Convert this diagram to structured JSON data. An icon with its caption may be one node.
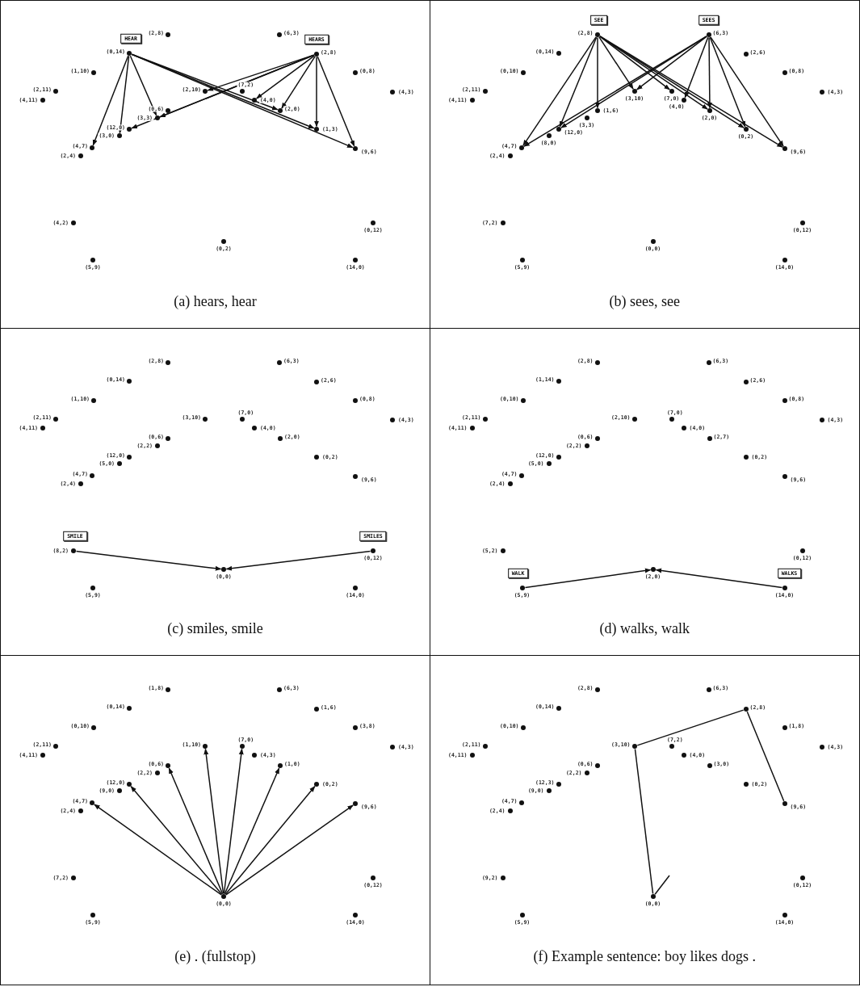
{
  "diagram": {
    "nodes": [
      {
        "text": [
          "(a) hears, hear"
        ]
      },
      {
        "text": [],
        "shape": "circle",
        "beside": [
          "(2,8)"
        ],
        "in": 0
      },
      {
        "text": [],
        "shape": "circle",
        "beside": [
          "(0,14)"
        ],
        "in": 0
      },
      {
        "text": [],
        "shape": "circle",
        "beside": [
          "(6,3)"
        ],
        "in": 0
      },
      {
        "text": [],
        "shape": "circle",
        "beside": [
          "(2,8)"
        ],
        "in": 0
      },
      {
        "text": [],
        "shape": "circle",
        "beside": [
          "(1,10)"
        ],
        "in": 0
      },
      {
        "text": [],
        "shape": "circle",
        "beside": [
          "(0,8)"
        ],
        "in": 0
      },
      {
        "text": [],
        "shape": "circle",
        "beside": [
          "(2,11)"
        ],
        "in": 0
      },
      {
        "text": [],
        "shape": "circle",
        "beside": [
          "(4,11)"
        ],
        "in": 0
      },
      {
        "text": [],
        "shape": "circle",
        "beside": [
          "(2,10)"
        ],
        "in": 0
      },
      {
        "text": [],
        "shape": "circle",
        "beside": [
          "(7,2)"
        ],
        "in": 0
      },
      {
        "text": [],
        "shape": "circle",
        "beside": [
          "(4,0)"
        ],
        "in": 0
      },
      {
        "text": [],
        "shape": "circle",
        "beside": [
          "(4,3)"
        ],
        "in": 0
      },
      {
        "text": [],
        "shape": "circle",
        "beside": [
          "(0,6)"
        ],
        "in": 0
      },
      {
        "text": [],
        "shape": "circle",
        "beside": [
          "(3,3)"
        ],
        "in": 0
      },
      {
        "text": [],
        "shape": "circle",
        "beside": [
          "(2,0)"
        ],
        "in": 0
      },
      {
        "text": [],
        "shape": "circle",
        "beside": [
          "(12,0)"
        ],
        "in": 0
      },
      {
        "text": [],
        "shape": "circle",
        "beside": [
          "(3,0)"
        ],
        "in": 0
      },
      {
        "text": [],
        "shape": "circle",
        "beside": [
          "(1,3)"
        ],
        "in": 0
      },
      {
        "text": [],
        "shape": "circle",
        "beside": [
          "(4,7)"
        ],
        "in": 0
      },
      {
        "text": [],
        "shape": "circle",
        "beside": [
          "(2,4)"
        ],
        "in": 0
      },
      {
        "text": [],
        "shape": "circle",
        "beside": [
          "(9,6)"
        ],
        "in": 0
      },
      {
        "text": [],
        "shape": "circle",
        "beside": [
          "(4,2)"
        ],
        "in": 0
      },
      {
        "text": [],
        "shape": "circle",
        "beside": [
          "(0,12)"
        ],
        "in": 0
      },
      {
        "text": [],
        "shape": "circle",
        "beside": [
          "(0,2)"
        ],
        "in": 0
      },
      {
        "text": [],
        "shape": "circle",
        "beside": [
          "(5,9)"
        ],
        "in": 0
      },
      {
        "text": [],
        "shape": "circle",
        "beside": [
          "(14,0)"
        ],
        "in": 0
      },
      {
        "text": [
          "HEAR"
        ],
        "in": 0
      },
      {
        "text": [
          "HEARS"
        ],
        "in": 0
      },
      {
        "text": [
          "(b) sees, see"
        ]
      },
      {
        "text": [],
        "shape": "circle",
        "beside": [
          "(2,8)"
        ],
        "in": 29
      },
      {
        "text": [],
        "shape": "circle",
        "beside": [
          "(0,14)"
        ],
        "in": 29
      },
      {
        "text": [],
        "shape": "circle",
        "beside": [
          "(6,3)"
        ],
        "in": 29
      },
      {
        "text": [],
        "shape": "circle",
        "beside": [
          "(2,6)"
        ],
        "in": 29
      },
      {
        "text": [],
        "shape": "circle",
        "beside": [
          "(0,10)"
        ],
        "in": 29
      },
      {
        "text": [],
        "shape": "circle",
        "beside": [
          "(0,8)"
        ],
        "in": 29
      },
      {
        "text": [],
        "shape": "circle",
        "beside": [
          "(2,11)"
        ],
        "in": 29
      },
      {
        "text": [],
        "shape": "circle",
        "beside": [
          "(4,11)"
        ],
        "in": 29
      },
      {
        "text": [],
        "shape": "circle",
        "beside": [
          "(3,10)"
        ],
        "in": 29
      },
      {
        "text": [],
        "shape": "circle",
        "beside": [
          "(7,0)"
        ],
        "in": 29
      },
      {
        "text": [],
        "shape": "circle",
        "beside": [
          "(4,0)"
        ],
        "in": 29
      },
      {
        "text": [],
        "shape": "circle",
        "beside": [
          "(4,3)"
        ],
        "in": 29
      },
      {
        "text": [],
        "shape": "circle",
        "beside": [
          "(1,6)"
        ],
        "in": 29
      },
      {
        "text": [],
        "shape": "circle",
        "beside": [
          "(3,3)"
        ],
        "in": 29
      },
      {
        "text": [],
        "shape": "circle",
        "beside": [
          "(2,0)"
        ],
        "in": 29
      },
      {
        "text": [],
        "shape": "circle",
        "beside": [
          "(12,0)"
        ],
        "in": 29
      },
      {
        "text": [],
        "shape": "circle",
        "beside": [
          "(8,0)"
        ],
        "in": 29
      },
      {
        "text": [],
        "shape": "circle",
        "beside": [
          "(0,2)"
        ],
        "in": 29
      },
      {
        "text": [],
        "shape": "circle",
        "beside": [
          "(4,7)"
        ],
        "in": 29
      },
      {
        "text": [],
        "shape": "circle",
        "beside": [
          "(2,4)"
        ],
        "in": 29
      },
      {
        "text": [],
        "shape": "circle",
        "beside": [
          "(9,6)"
        ],
        "in": 29
      },
      {
        "text": [],
        "shape": "circle",
        "beside": [
          "(7,2)"
        ],
        "in": 29
      },
      {
        "text": [],
        "shape": "circle",
        "beside": [
          "(0,12)"
        ],
        "in": 29
      },
      {
        "text": [],
        "shape": "circle",
        "beside": [
          "(0,0)"
        ],
        "in": 29
      },
      {
        "text": [],
        "shape": "circle",
        "beside": [
          "(5,9)"
        ],
        "in": 29
      },
      {
        "text": [],
        "shape": "circle",
        "beside": [
          "(14,0)"
        ],
        "in": 29
      },
      {
        "text": [
          "SEE"
        ],
        "in": 29
      },
      {
        "text": [
          "SEES"
        ],
        "in": 29
      },
      {
        "text": [
          "(c) smiles, smile"
        ]
      },
      {
        "text": [],
        "shape": "circle",
        "beside": [
          "(2,8)"
        ],
        "in": 58
      },
      {
        "text": [],
        "shape": "circle",
        "beside": [
          "(0,14)"
        ],
        "in": 58
      },
      {
        "text": [],
        "shape": "circle",
        "beside": [
          "(6,3)"
        ],
        "in": 58
      },
      {
        "text": [],
        "shape": "circle",
        "beside": [
          "(2,6)"
        ],
        "in": 58
      },
      {
        "text": [],
        "shape": "circle",
        "beside": [
          "(1,10)"
        ],
        "in": 58
      },
      {
        "text": [],
        "shape": "circle",
        "beside": [
          "(0,8)"
        ],
        "in": 58
      },
      {
        "text": [],
        "shape": "circle",
        "beside": [
          "(2,11)"
        ],
        "in": 58
      },
      {
        "text": [],
        "shape": "circle",
        "beside": [
          "(4,11)"
        ],
        "in": 58
      },
      {
        "text": [],
        "shape": "circle",
        "beside": [
          "(3,10)"
        ],
        "in": 58
      },
      {
        "text": [],
        "shape": "circle",
        "beside": [
          "(7,0)"
        ],
        "in": 58
      },
      {
        "text": [],
        "shape": "circle",
        "beside": [
          "(4,0)"
        ],
        "in": 58
      },
      {
        "text": [],
        "shape": "circle",
        "beside": [
          "(4,3)"
        ],
        "in": 58
      },
      {
        "text": [],
        "shape": "circle",
        "beside": [
          "(0,6)"
        ],
        "in": 58
      },
      {
        "text": [],
        "shape": "circle",
        "beside": [
          "(2,2)"
        ],
        "in": 58
      },
      {
        "text": [],
        "shape": "circle",
        "beside": [
          "(2,0)"
        ],
        "in": 58
      },
      {
        "text": [],
        "shape": "circle",
        "beside": [
          "(12,0)"
        ],
        "in": 58
      },
      {
        "text": [],
        "shape": "circle",
        "beside": [
          "(5,0)"
        ],
        "in": 58
      },
      {
        "text": [],
        "shape": "circle",
        "beside": [
          "(0,2)"
        ],
        "in": 58
      },
      {
        "text": [],
        "shape": "circle",
        "beside": [
          "(4,7)"
        ],
        "in": 58
      },
      {
        "text": [],
        "shape": "circle",
        "beside": [
          "(2,4)"
        ],
        "in": 58
      },
      {
        "text": [],
        "shape": "circle",
        "beside": [
          "(9,6)"
        ],
        "in": 58
      },
      {
        "text": [],
        "shape": "circle",
        "beside": [
          "(8,2)"
        ],
        "in": 58
      },
      {
        "text": [],
        "shape": "circle",
        "beside": [
          "(0,12)"
        ],
        "in": 58
      },
      {
        "text": [],
        "shape": "circle",
        "beside": [
          "(0,0)"
        ],
        "in": 58
      },
      {
        "text": [],
        "shape": "circle",
        "beside": [
          "(5,9)"
        ],
        "in": 58
      },
      {
        "text": [],
        "shape": "circle",
        "beside": [
          "(14,0)"
        ],
        "in": 58
      },
      {
        "text": [
          "SMILE"
        ],
        "in": 58
      },
      {
        "text": [
          "SMILES"
        ],
        "in": 58
      },
      {
        "text": [
          "(d) walks, walk"
        ]
      },
      {
        "text": [],
        "shape": "circle",
        "beside": [
          "(2,8)"
        ],
        "in": 87
      },
      {
        "text": [],
        "shape": "circle",
        "beside": [
          "(1,14)"
        ],
        "in": 87
      },
      {
        "text": [],
        "shape": "circle",
        "beside": [
          "(6,3)"
        ],
        "in": 87
      },
      {
        "text": [],
        "shape": "circle",
        "beside": [
          "(2,6)"
        ],
        "in": 87
      },
      {
        "text": [],
        "shape": "circle",
        "beside": [
          "(0,10)"
        ],
        "in": 87
      },
      {
        "text": [],
        "shape": "circle",
        "beside": [
          "(0,8)"
        ],
        "in": 87
      },
      {
        "text": [],
        "shape": "circle",
        "beside": [
          "(2,11)"
        ],
        "in": 87
      },
      {
        "text": [],
        "shape": "circle",
        "beside": [
          "(4,11)"
        ],
        "in": 87
      },
      {
        "text": [],
        "shape": "circle",
        "beside": [
          "(2,10)"
        ],
        "in": 87
      },
      {
        "text": [],
        "shape": "circle",
        "beside": [
          "(7,0)"
        ],
        "in": 87
      },
      {
        "text": [],
        "shape": "circle",
        "beside": [
          "(4,0)"
        ],
        "in": 87
      },
      {
        "text": [],
        "shape": "circle",
        "beside": [
          "(4,3)"
        ],
        "in": 87
      },
      {
        "text": [],
        "shape": "circle",
        "beside": [
          "(0,6)"
        ],
        "in": 87
      },
      {
        "text": [],
        "shape": "circle",
        "beside": [
          "(2,2)"
        ],
        "in": 87
      },
      {
        "text": [],
        "shape": "circle",
        "beside": [
          "(2,7)"
        ],
        "in": 87
      },
      {
        "text": [],
        "shape": "circle",
        "beside": [
          "(12,0)"
        ],
        "in": 87
      },
      {
        "text": [],
        "shape": "circle",
        "beside": [
          "(5,0)"
        ],
        "in": 87
      },
      {
        "text": [],
        "shape": "circle",
        "beside": [
          "(0,2)"
        ],
        "in": 87
      },
      {
        "text": [],
        "shape": "circle",
        "beside": [
          "(4,7)"
        ],
        "in": 87
      },
      {
        "text": [],
        "shape": "circle",
        "beside": [
          "(2,4)"
        ],
        "in": 87
      },
      {
        "text": [],
        "shape": "circle",
        "beside": [
          "(9,6)"
        ],
        "in": 87
      },
      {
        "text": [],
        "shape": "circle",
        "beside": [
          "(5,2)"
        ],
        "in": 87
      },
      {
        "text": [],
        "shape": "circle",
        "beside": [
          "(0,12)"
        ],
        "in": 87
      },
      {
        "text": [],
        "shape": "circle",
        "beside": [
          "(2,0)"
        ],
        "in": 87
      },
      {
        "text": [],
        "shape": "circle",
        "beside": [
          "(5,9)"
        ],
        "in": 87
      },
      {
        "text": [],
        "shape": "circle",
        "beside": [
          "(14,0)"
        ],
        "in": 87
      },
      {
        "text": [
          "WALK"
        ],
        "in": 87
      },
      {
        "text": [
          "WALKS"
        ],
        "in": 87
      },
      {
        "text": [
          "(e) . (fullstop)"
        ]
      },
      {
        "text": [],
        "shape": "circle",
        "beside": [
          "(1,8)"
        ],
        "in": 116
      },
      {
        "text": [],
        "shape": "circle",
        "beside": [
          "(0,14)"
        ],
        "in": 116
      },
      {
        "text": [],
        "shape": "circle",
        "beside": [
          "(6,3)"
        ],
        "in": 116
      },
      {
        "text": [],
        "shape": "circle",
        "beside": [
          "(1,6)"
        ],
        "in": 116
      },
      {
        "text": [],
        "shape": "circle",
        "beside": [
          "(0,10)"
        ],
        "in": 116
      },
      {
        "text": [],
        "shape": "circle",
        "beside": [
          "(3,8)"
        ],
        "in": 116
      },
      {
        "text": [],
        "shape": "circle",
        "beside": [
          "(2,11)"
        ],
        "in": 116
      },
      {
        "text": [],
        "shape": "circle",
        "beside": [
          "(4,11)"
        ],
        "in": 116
      },
      {
        "text": [],
        "shape": "circle",
        "beside": [
          "(1,10)"
        ],
        "in": 116
      },
      {
        "text": [],
        "shape": "circle",
        "beside": [
          "(7,0)"
        ],
        "in": 116
      },
      {
        "text": [],
        "shape": "circle",
        "beside": [
          "(4,3)"
        ],
        "in": 116
      },
      {
        "text": [],
        "shape": "circle",
        "beside": [
          "(4,3)"
        ],
        "in": 116
      },
      {
        "text": [],
        "shape": "circle",
        "beside": [
          "(0,6)"
        ],
        "in": 116
      },
      {
        "text": [],
        "shape": "circle",
        "beside": [
          "(2,2)"
        ],
        "in": 116
      },
      {
        "text": [],
        "shape": "circle",
        "beside": [
          "(1,0)"
        ],
        "in": 116
      },
      {
        "text": [],
        "shape": "circle",
        "beside": [
          "(12,0)"
        ],
        "in": 116
      },
      {
        "text": [],
        "shape": "circle",
        "beside": [
          "(9,0)"
        ],
        "in": 116
      },
      {
        "text": [],
        "shape": "circle",
        "beside": [
          "(0,2)"
        ],
        "in": 116
      },
      {
        "text": [],
        "shape": "circle",
        "beside": [
          "(4,7)"
        ],
        "in": 116
      },
      {
        "text": [],
        "shape": "circle",
        "beside": [
          "(2,4)"
        ],
        "in": 116
      },
      {
        "text": [],
        "shape": "circle",
        "beside": [
          "(9,6)"
        ],
        "in": 116
      },
      {
        "text": [],
        "shape": "circle",
        "beside": [
          "(7,2)"
        ],
        "in": 116
      },
      {
        "text": [],
        "shape": "circle",
        "beside": [
          "(0,12)"
        ],
        "in": 116
      },
      {
        "text": [],
        "shape": "circle",
        "beside": [
          "(0,0)"
        ],
        "in": 116
      },
      {
        "text": [],
        "shape": "circle",
        "beside": [
          "(5,9)"
        ],
        "in": 116
      },
      {
        "text": [],
        "shape": "circle",
        "beside": [
          "(14,0)"
        ],
        "in": 116
      },
      {
        "text": [
          "(f) Example sentence: boy likes dogs ."
        ]
      },
      {
        "text": [],
        "shape": "circle",
        "beside": [
          "(2,8)"
        ],
        "in": 143
      },
      {
        "text": [],
        "shape": "circle",
        "beside": [
          "(0,14)"
        ],
        "in": 143
      },
      {
        "text": [],
        "shape": "circle",
        "beside": [
          "(6,3)"
        ],
        "in": 143
      },
      {
        "text": [],
        "shape": "circle",
        "beside": [
          "(2,8)"
        ],
        "in": 143
      },
      {
        "text": [],
        "shape": "circle",
        "beside": [
          "(0,10)"
        ],
        "in": 143
      },
      {
        "text": [],
        "shape": "circle",
        "beside": [
          "(1,8)"
        ],
        "in": 143
      },
      {
        "text": [],
        "shape": "circle",
        "beside": [
          "(2,11)"
        ],
        "in": 143
      },
      {
        "text": [],
        "shape": "circle",
        "beside": [
          "(4,11)"
        ],
        "in": 143
      },
      {
        "text": [],
        "shape": "circle",
        "beside": [
          "(3,10)"
        ],
        "in": 143
      },
      {
        "text": [],
        "shape": "circle",
        "beside": [
          "(7,2)"
        ],
        "in": 143
      },
      {
        "text": [],
        "shape": "circle",
        "beside": [
          "(4,0)"
        ],
        "in": 143
      },
      {
        "text": [],
        "shape": "circle",
        "beside": [
          "(4,3)"
        ],
        "in": 143
      },
      {
        "text": [],
        "shape": "circle",
        "beside": [
          "(0,6)"
        ],
        "in": 143
      },
      {
        "text": [],
        "shape": "circle",
        "beside": [
          "(2,2)"
        ],
        "in": 143
      },
      {
        "text": [],
        "shape": "circle",
        "beside": [
          "(3,0)"
        ],
        "in": 143
      },
      {
        "text": [],
        "shape": "circle",
        "beside": [
          "(12,3)"
        ],
        "in": 143
      },
      {
        "text": [],
        "shape": "circle",
        "beside": [
          "(9,0)"
        ],
        "in": 143
      },
      {
        "text": [],
        "shape": "circle",
        "beside": [
          "(0,2)"
        ],
        "in": 143
      },
      {
        "text": [],
        "shape": "circle",
        "beside": [
          "(4,7)"
        ],
        "in": 143
      },
      {
        "text": [],
        "shape": "circle",
        "beside": [
          "(2,4)"
        ],
        "in": 143
      },
      {
        "text": [],
        "shape": "circle",
        "beside": [
          "(9,6)"
        ],
        "in": 143
      },
      {
        "text": [],
        "shape": "circle",
        "beside": [
          "(9,2)"
        ],
        "in": 143
      },
      {
        "text": [],
        "shape": "circle",
        "beside": [
          "(0,12)"
        ],
        "in": 143
      },
      {
        "text": [],
        "shape": "circle",
        "beside": [
          "(0,0)"
        ],
        "in": 143
      },
      {
        "text": [],
        "shape": "circle",
        "beside": [
          "(5,9)"
        ],
        "in": 143
      },
      {
        "text": [],
        "shape": "circle",
        "beside": [
          "(14,0)"
        ],
        "in": 143
      }
    ],
    "edges": [
      {
        "from": 2,
        "to": 19,
        "arrow": "to"
      },
      {
        "from": 2,
        "to": 17,
        "arrow": "to"
      },
      {
        "from": 2,
        "to": 14,
        "arrow": "to"
      },
      {
        "from": 2,
        "to": 15,
        "arrow": "to"
      },
      {
        "from": 2,
        "to": 18,
        "arrow": "to"
      },
      {
        "from": 2,
        "to": 21,
        "arrow": "to"
      },
      {
        "from": 4,
        "to": 9,
        "arrow": "to"
      },
      {
        "from": 4,
        "to": 14,
        "arrow": "to"
      },
      {
        "from": 4,
        "to": 16,
        "arrow": "to"
      },
      {
        "from": 4,
        "to": 11,
        "arrow": "to"
      },
      {
        "from": 4,
        "to": 15,
        "arrow": "to"
      },
      {
        "from": 4,
        "to": 18,
        "arrow": "to"
      },
      {
        "from": 4,
        "to": 21,
        "arrow": "to"
      },
      {
        "from": 30,
        "to": 48,
        "arrow": "to"
      },
      {
        "from": 30,
        "to": 45,
        "arrow": "to"
      },
      {
        "from": 30,
        "to": 42,
        "arrow": "to"
      },
      {
        "from": 30,
        "to": 38,
        "arrow": "to"
      },
      {
        "from": 30,
        "to": 39,
        "arrow": "to"
      },
      {
        "from": 30,
        "to": 44,
        "arrow": "to"
      },
      {
        "from": 30,
        "to": 47,
        "arrow": "to"
      },
      {
        "from": 30,
        "to": 50,
        "arrow": "to"
      },
      {
        "from": 32,
        "to": 48,
        "arrow": "to"
      },
      {
        "from": 32,
        "to": 45,
        "arrow": "to"
      },
      {
        "from": 32,
        "to": 38,
        "arrow": "to"
      },
      {
        "from": 32,
        "to": 40,
        "arrow": "to"
      },
      {
        "from": 32,
        "to": 44,
        "arrow": "to"
      },
      {
        "from": 32,
        "to": 47,
        "arrow": "to"
      },
      {
        "from": 32,
        "to": 50,
        "arrow": "to"
      },
      {
        "from": 80,
        "to": 82,
        "arrow": "to"
      },
      {
        "from": 81,
        "to": 82,
        "arrow": "to"
      },
      {
        "from": 112,
        "to": 111,
        "arrow": "to"
      },
      {
        "from": 113,
        "to": 111,
        "arrow": "to"
      },
      {
        "from": 140,
        "to": 135,
        "arrow": "to"
      },
      {
        "from": 140,
        "to": 132,
        "arrow": "to"
      },
      {
        "from": 140,
        "to": 129,
        "arrow": "to"
      },
      {
        "from": 140,
        "to": 125,
        "arrow": "to"
      },
      {
        "from": 140,
        "to": 126,
        "arrow": "to"
      },
      {
        "from": 140,
        "to": 131,
        "arrow": "to"
      },
      {
        "from": 140,
        "to": 134,
        "arrow": "to"
      },
      {
        "from": 140,
        "to": 137,
        "arrow": "to"
      },
      {
        "from": 167,
        "to": 152,
        "arrow": "none"
      },
      {
        "from": 152,
        "to": 147,
        "arrow": "none"
      },
      {
        "from": 147,
        "to": 164,
        "arrow": "none"
      },
      {
        "from": 167,
        "to": null,
        "arrow": "none"
      }
    ]
  }
}
